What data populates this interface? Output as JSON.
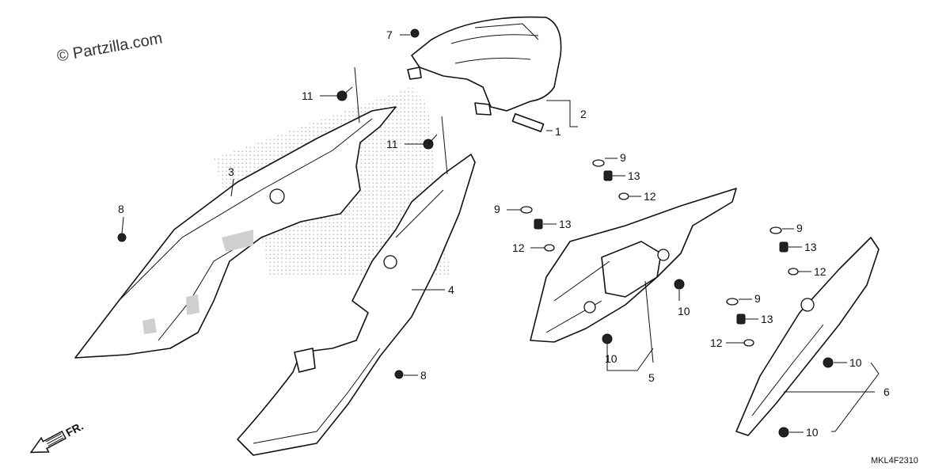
{
  "watermark": "© Partzilla.com",
  "diagram_code": "MKL4F2310",
  "direction_label": "FR.",
  "callouts": [
    {
      "id": "c1",
      "text": "1"
    },
    {
      "id": "c2",
      "text": "2"
    },
    {
      "id": "c3",
      "text": "3"
    },
    {
      "id": "c4",
      "text": "4"
    },
    {
      "id": "c5",
      "text": "5"
    },
    {
      "id": "c6",
      "text": "6"
    },
    {
      "id": "c7",
      "text": "7"
    },
    {
      "id": "c8a",
      "text": "8"
    },
    {
      "id": "c8b",
      "text": "8"
    },
    {
      "id": "c9a",
      "text": "9"
    },
    {
      "id": "c9b",
      "text": "9"
    },
    {
      "id": "c9c",
      "text": "9"
    },
    {
      "id": "c9d",
      "text": "9"
    },
    {
      "id": "c10a",
      "text": "10"
    },
    {
      "id": "c10b",
      "text": "10"
    },
    {
      "id": "c10c",
      "text": "10"
    },
    {
      "id": "c10d",
      "text": "10"
    },
    {
      "id": "c11a",
      "text": "11"
    },
    {
      "id": "c11b",
      "text": "11"
    },
    {
      "id": "c12a",
      "text": "12"
    },
    {
      "id": "c12b",
      "text": "12"
    },
    {
      "id": "c12c",
      "text": "12"
    },
    {
      "id": "c12d",
      "text": "12"
    },
    {
      "id": "c13a",
      "text": "13"
    },
    {
      "id": "c13b",
      "text": "13"
    },
    {
      "id": "c13c",
      "text": "13"
    },
    {
      "id": "c13d",
      "text": "13"
    }
  ]
}
